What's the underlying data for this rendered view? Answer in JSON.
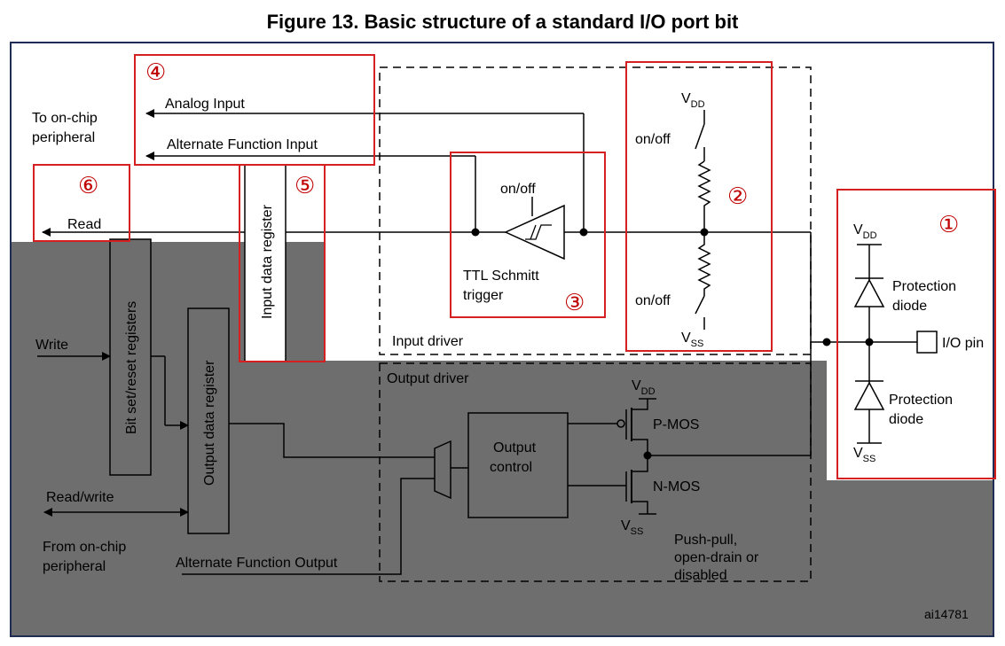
{
  "figure": {
    "title": "Figure 13. Basic structure of a standard I/O port bit",
    "id_label": "ai14781"
  },
  "markers": {
    "m1": "①",
    "m2": "②",
    "m3": "③",
    "m4": "④",
    "m5": "⑤",
    "m6": "⑥"
  },
  "labels": {
    "to_on_chip_1": "To on-chip",
    "to_on_chip_2": "peripheral",
    "analog_input": "Analog Input",
    "alt_func_input": "Alternate Function Input",
    "read": "Read",
    "input_data_register": "Input data register",
    "on_off": "on/off",
    "ttl_schmitt_1": "TTL Schmitt",
    "ttl_schmitt_2": "trigger",
    "input_driver": "Input driver",
    "output_driver": "Output driver",
    "vdd_main": "V",
    "vdd_sub": "DD",
    "vss_main": "V",
    "vss_sub": "SS",
    "protection_1": "Protection",
    "protection_2": "diode",
    "io_pin": "I/O pin",
    "write": "Write",
    "bit_set_reset": "Bit set/reset registers",
    "output_data_register": "Output data register",
    "output_control_1": "Output",
    "output_control_2": "control",
    "p_mos": "P-MOS",
    "n_mos": "N-MOS",
    "read_write": "Read/write",
    "from_on_chip_1": "From on-chip",
    "from_on_chip_2": "peripheral",
    "alt_func_output": "Alternate Function Output",
    "push_pull_1": "Push-pull,",
    "push_pull_2": "open-drain or",
    "push_pull_3": "disabled"
  },
  "colors": {
    "highlight_red": "#d42020",
    "shade_gray": "#6e6e6e",
    "frame_navy": "#1f2d55"
  }
}
